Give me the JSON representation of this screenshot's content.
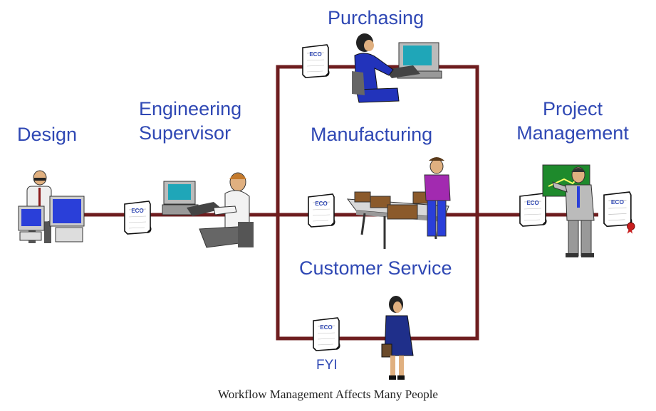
{
  "diagram": {
    "labels": {
      "purchasing": "Purchasing",
      "design": "Design",
      "engineering_supervisor": [
        "Engineering",
        "Supervisor"
      ],
      "manufacturing": "Manufacturing",
      "project_management": [
        "Project",
        "Management"
      ],
      "customer_service": "Customer Service",
      "fyi": "FYI"
    },
    "document_tag": "ECO",
    "caption": "Workflow Management Affects Many People",
    "colors": {
      "connector": "#6e1d1f",
      "label_text": "#2f48b4",
      "monitor_screen": "#2a3fd9",
      "board": "#1e8a2c"
    }
  }
}
